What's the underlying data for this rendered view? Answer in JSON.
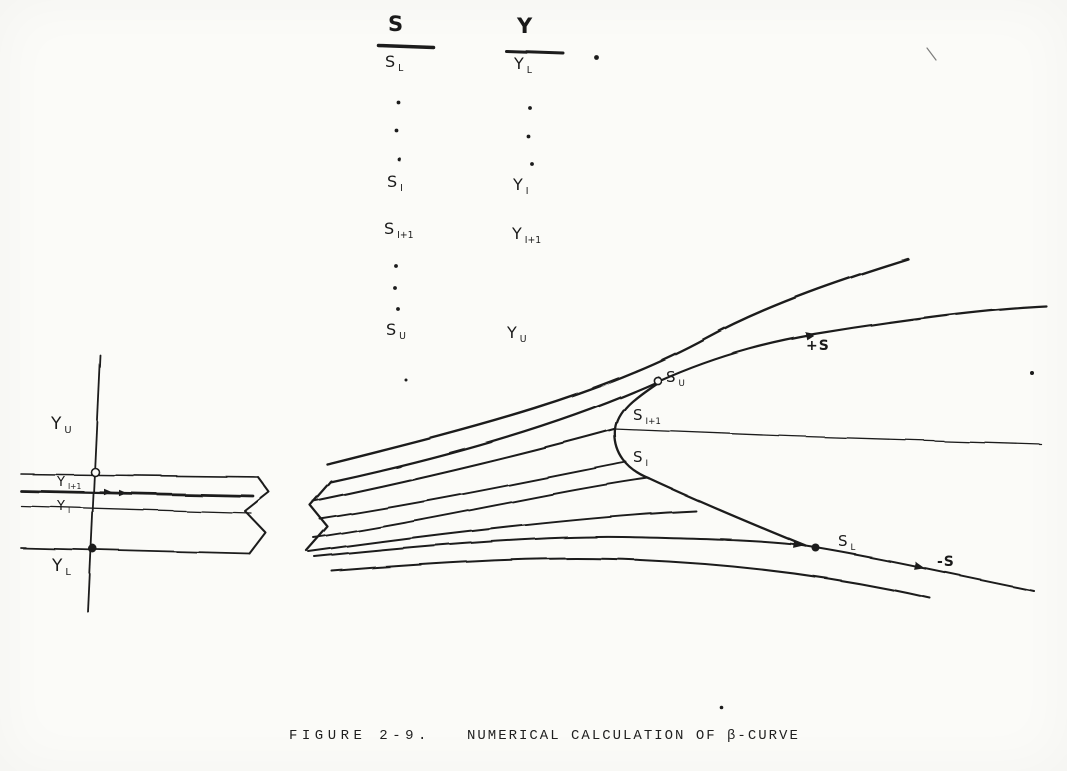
{
  "figure": {
    "caption_prefix": "FIGURE 2-9.",
    "caption_text": "NUMERICAL CALCULATION OF β-CURVE"
  },
  "table": {
    "s_column": {
      "header": "S",
      "rows": [
        {
          "main": "S",
          "sub": "L"
        },
        {
          "main": "S",
          "sub": "I"
        },
        {
          "main": "S",
          "sub": "I+1"
        },
        {
          "main": "S",
          "sub": "U"
        }
      ]
    },
    "y_column": {
      "header": "Y",
      "rows": [
        {
          "main": "Y",
          "sub": "L"
        },
        {
          "main": "Y",
          "sub": "I"
        },
        {
          "main": "Y",
          "sub": "I+1"
        },
        {
          "main": "Y",
          "sub": "U"
        }
      ]
    }
  },
  "left_diagram": {
    "labels": {
      "y_u": {
        "main": "Y",
        "sub": "U"
      },
      "y_i1": {
        "main": "Y",
        "sub": "I+1"
      },
      "y_i": {
        "main": "Y",
        "sub": "I"
      },
      "y_l": {
        "main": "Y",
        "sub": "L"
      }
    }
  },
  "right_diagram": {
    "labels": {
      "s_u": {
        "main": "S",
        "sub": "U"
      },
      "s_i1": {
        "main": "S",
        "sub": "I+1"
      },
      "s_i": {
        "main": "S",
        "sub": "I"
      },
      "s_l": {
        "main": "S",
        "sub": "L"
      },
      "plus_s": "+S",
      "minus_s": "-S"
    }
  },
  "colors": {
    "ink": "#1a1a1a",
    "paper": "#fbfbf8"
  }
}
